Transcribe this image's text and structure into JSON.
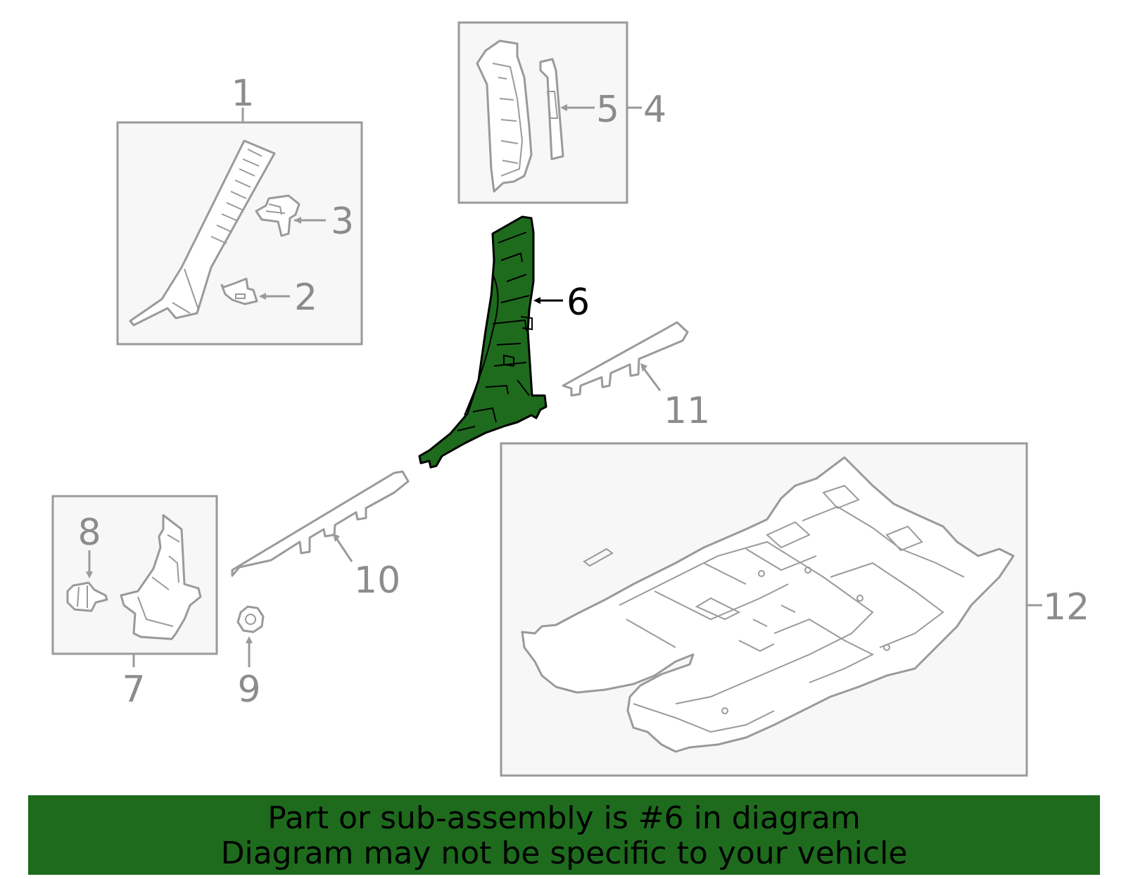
{
  "callouts": {
    "c1": "1",
    "c2": "2",
    "c3": "3",
    "c4": "4",
    "c5": "5",
    "c6": "6",
    "c7": "7",
    "c8": "8",
    "c9": "9",
    "c10": "10",
    "c11": "11",
    "c12": "12"
  },
  "highlight_part": "6",
  "colors": {
    "highlight": "#1e6b1e",
    "line": "#9a9a9a",
    "box_fill": "#f7f7f7"
  },
  "banner": {
    "line1": "Part or sub-assembly is #6 in diagram",
    "line2": "Diagram may not be specific to your vehicle"
  }
}
